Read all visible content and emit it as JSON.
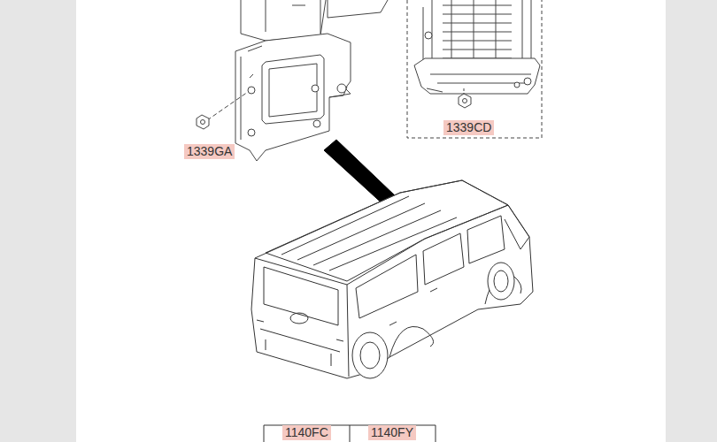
{
  "diagram": {
    "labels": [
      "1339GA",
      "1339CD",
      "1140FC",
      "1140FY"
    ]
  }
}
